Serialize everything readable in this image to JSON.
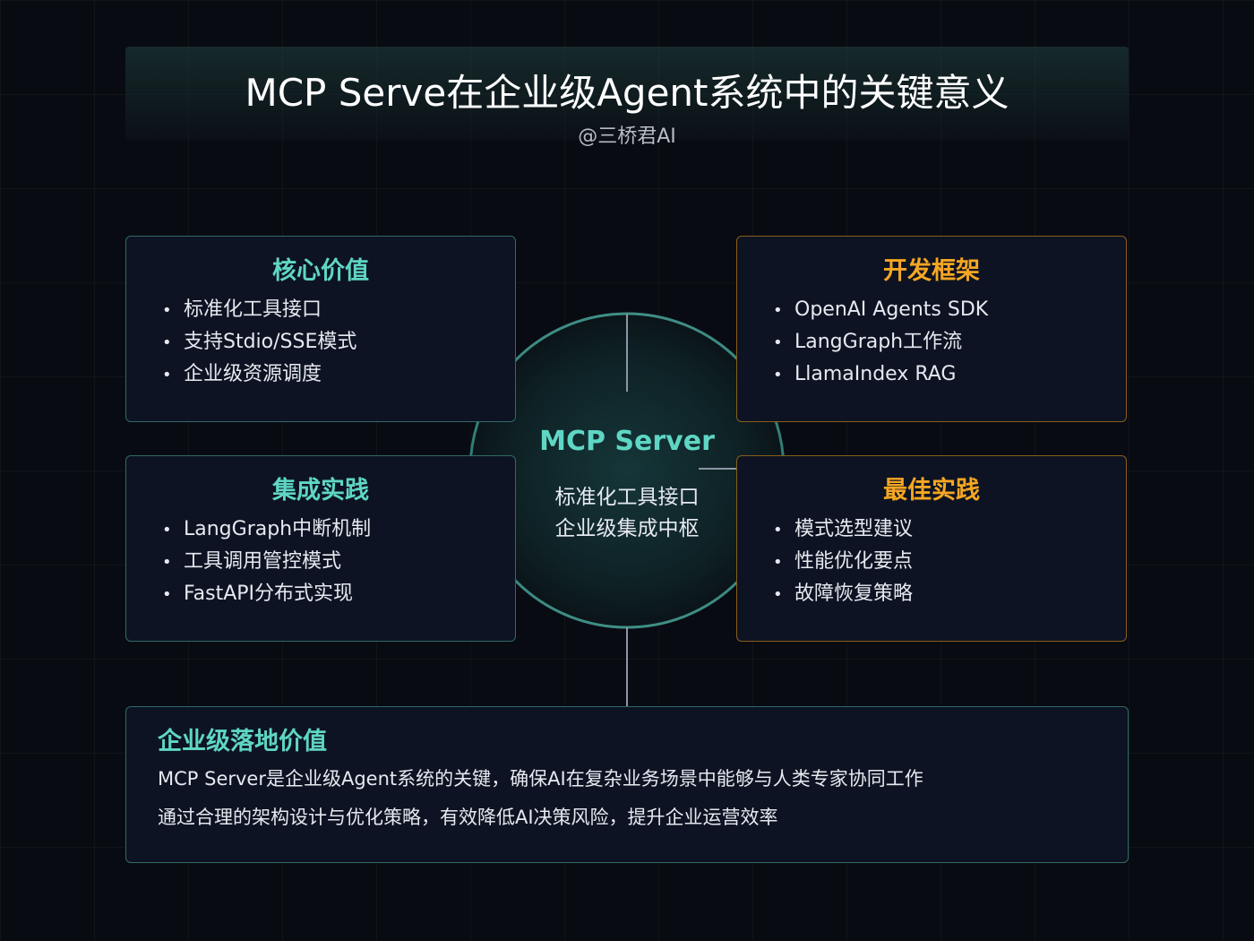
{
  "header": {
    "title": "MCP Serve在企业级Agent系统中的关键意义",
    "subtitle": "@三桥君AI"
  },
  "center": {
    "title": "MCP Server",
    "lines": [
      "标准化工具接口",
      "企业级集成中枢"
    ]
  },
  "cards": [
    {
      "title": "核心价值",
      "items": [
        "标准化工具接口",
        "支持Stdio/SSE模式",
        "企业级资源调度"
      ]
    },
    {
      "title": "开发框架",
      "items": [
        "OpenAI Agents SDK",
        "LangGraph工作流",
        "LlamaIndex RAG"
      ]
    },
    {
      "title": "集成实践",
      "items": [
        "LangGraph中断机制",
        "工具调用管控模式",
        "FastAPI分布式实现"
      ]
    },
    {
      "title": "最佳实践",
      "items": [
        "模式选型建议",
        "性能优化要点",
        "故障恢复策略"
      ]
    }
  ],
  "bullet": "•",
  "bottom": {
    "title": "企业级落地价值",
    "lines": [
      "MCP Server是企业级Agent系统的关键，确保AI在复杂业务场景中能够与人类专家协同工作",
      "通过合理的架构设计与优化策略，有效降低AI决策风险，提升企业运营效率"
    ]
  },
  "colors": {
    "teal_accent": "#5fd6c4",
    "orange_accent": "#f5a623",
    "background": "#090b12",
    "card_background": "#0d1322"
  }
}
